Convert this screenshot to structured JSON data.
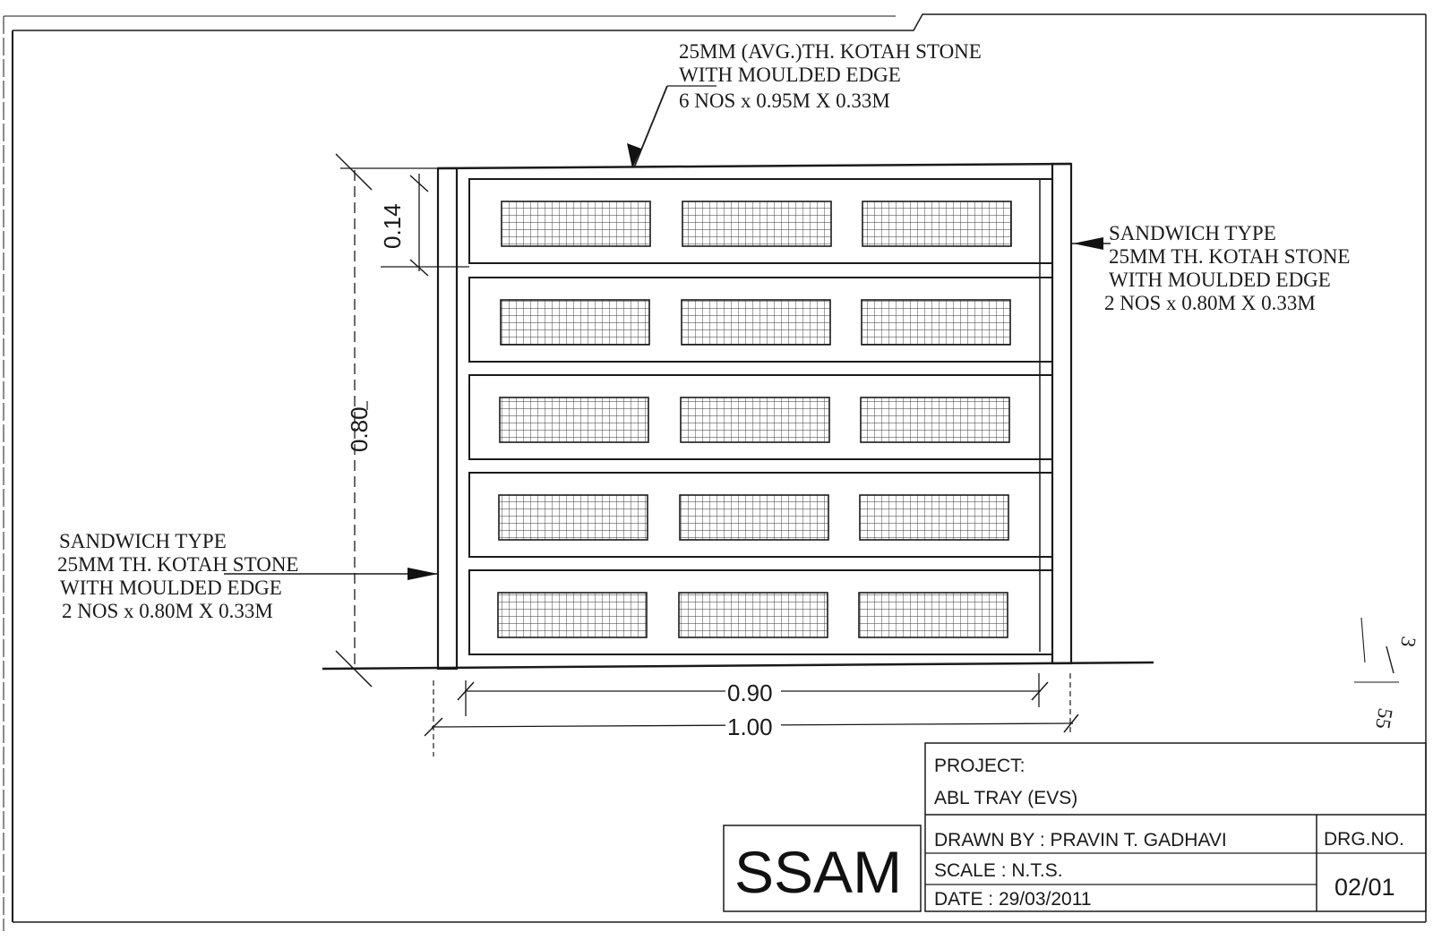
{
  "notes": {
    "top": [
      "25MM (AVG.)TH. KOTAH STONE",
      "WITH MOULDED EDGE",
      "6 NOS x 0.95M X 0.33M"
    ],
    "right": [
      "SANDWICH TYPE",
      "25MM TH. KOTAH STONE",
      "WITH MOULDED EDGE",
      "2 NOS x 0.80M X 0.33M"
    ],
    "left": [
      "SANDWICH TYPE",
      "25MM TH. KOTAH STONE",
      "WITH MOULDED EDGE",
      "2 NOS x 0.80M X 0.33M"
    ]
  },
  "dimensions": {
    "shelf_height": "0.14",
    "total_height": "0.80",
    "inner_width": "0.90",
    "total_width": "1.00"
  },
  "title_block": {
    "logo": "SSAM",
    "project_label": "PROJECT:",
    "project_name": "ABL  TRAY  (EVS)",
    "drawn_by": "DRAWN BY : PRAVIN  T. GADHAVI",
    "scale": "SCALE : N.T.S.",
    "date": "DATE : 29/03/2011",
    "drg_label": "DRG.NO.",
    "drg_no": "02/01"
  },
  "margin_marks": [
    "3",
    "55"
  ]
}
